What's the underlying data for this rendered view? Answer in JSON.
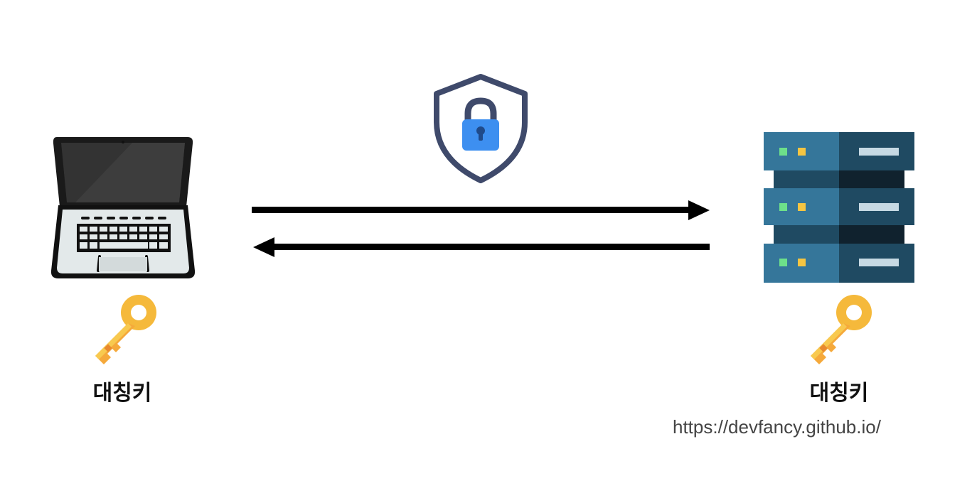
{
  "diagram": {
    "client": {
      "icon": "laptop-icon",
      "key_icon": "key-icon",
      "key_label": "대칭키"
    },
    "server": {
      "icon": "server-rack-icon",
      "key_icon": "key-icon",
      "key_label": "대칭키"
    },
    "channel": {
      "icon": "shield-lock-icon",
      "arrows": [
        "client-to-server",
        "server-to-client"
      ]
    },
    "credit": "https://devfancy.github.io/"
  },
  "colors": {
    "shield": "#3f4a6b",
    "lock": "#3d8ff0",
    "server_light": "#35769a",
    "server_dark": "#1f4a62",
    "key": "#f5b93b",
    "arrow": "#000000"
  }
}
